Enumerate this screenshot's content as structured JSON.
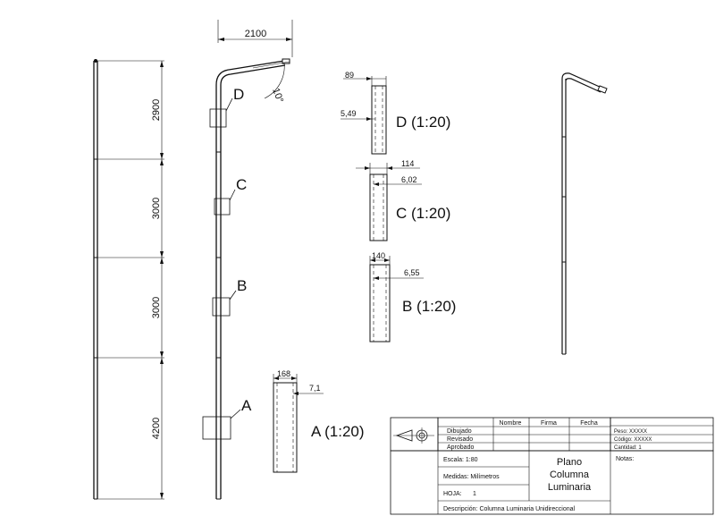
{
  "elevation": {
    "segment_dims": [
      "2900",
      "3000",
      "3000",
      "4200"
    ],
    "arm_dim": "2100",
    "angle": "10°"
  },
  "callouts": {
    "d": "D",
    "c": "C",
    "b": "B",
    "a": "A"
  },
  "details": {
    "d": {
      "title": "D (1:20)",
      "outer": "89",
      "wall": "5,49"
    },
    "c": {
      "title": "C (1:20)",
      "outer": "114",
      "wall": "6,02"
    },
    "b": {
      "title": "B (1:20)",
      "outer": "140",
      "wall": "6,55"
    },
    "a": {
      "title": "A (1:20)",
      "outer": "168",
      "wall": "7,1"
    }
  },
  "title_block": {
    "col_nombre": "Nombre",
    "col_firma": "Firma",
    "col_fecha": "Fecha",
    "row_dibujado": "Dibujado",
    "row_revisado": "Revisado",
    "row_aprobado": "Aprobado",
    "peso": "Peso: XXXXX",
    "codigo": "Código: XXXXX",
    "cantidad": "Cantidad: 1",
    "escala": "Escala: 1:80",
    "medidas": "Medidas: Milímetros",
    "hoja_label": "HOJA:",
    "hoja_value": "1",
    "plano_title_1": "Plano",
    "plano_title_2": "Columna",
    "plano_title_3": "Luminaria",
    "notas": "Notas:",
    "descripcion": "Descripción: Columna Luminaria Unidireccional"
  }
}
